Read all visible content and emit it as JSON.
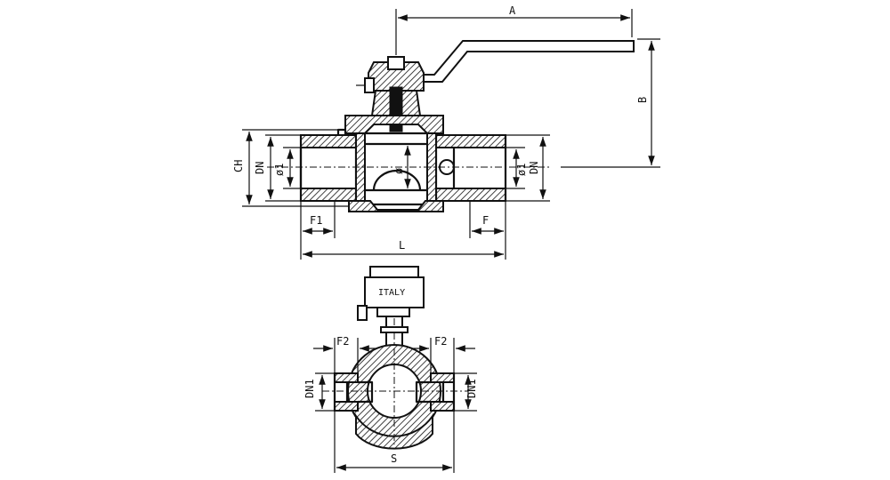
{
  "labels": {
    "A": "A",
    "B": "B",
    "CH": "CH",
    "DN": "DN",
    "phi1": "ø1",
    "phi": "ø",
    "F1": "F1",
    "F": "F",
    "L": "L",
    "F2": "F2",
    "DN1": "DN1",
    "S": "S",
    "italy": "ITALY"
  }
}
